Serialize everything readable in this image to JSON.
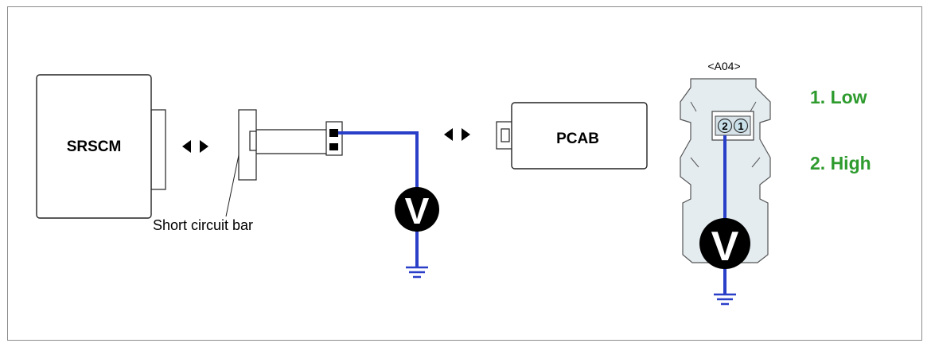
{
  "modules": {
    "srscm": "SRSCM",
    "pcab": "PCAB"
  },
  "short_bar_label": "Short circuit bar",
  "connector": {
    "name": "<A04>",
    "pin2": "2",
    "pin1": "1"
  },
  "meters": {
    "symbol": "V"
  },
  "pins": [
    {
      "label": "1. Low"
    },
    {
      "label": "2. High"
    }
  ],
  "colors": {
    "wire": "#2a3fc8",
    "pin_text": "#2e9b2e",
    "connector_fill": "#e4ecf0",
    "meter": "#000000"
  }
}
